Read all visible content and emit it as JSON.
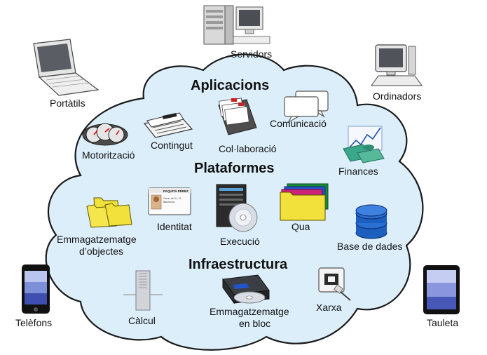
{
  "sections": {
    "applications": "Aplicacions",
    "platforms": "Plataformes",
    "infrastructure": "Infraestructura"
  },
  "outside": {
    "servers": "Servidors",
    "laptops": "Portàtils",
    "desktops": "Ordinadors",
    "phones": "Telèfons",
    "tablet": "Tauleta"
  },
  "applications": {
    "monitoring": "Motorització",
    "content": "Contingut",
    "collaboration": "Col·laboració",
    "communication": "Comunicació",
    "finance": "Finances"
  },
  "platforms": {
    "object_storage_line1": "Emmagatzematge",
    "object_storage_line2": "d’objectes",
    "identity": "Identitat",
    "runtime": "Execució",
    "queue": "Qua",
    "database": "Base de dades"
  },
  "infrastructure": {
    "compute": "Càlcul",
    "block_storage_line1": "Emmagatzematge",
    "block_storage_line2": "en bloc",
    "network": "Xarxa"
  },
  "id_card": {
    "name": "PAQUITA PÉREZ",
    "line1": "Carrer de l'U, 11",
    "line2": "Barcelona"
  },
  "colors": {
    "cloud_fill": "#dceefa",
    "cloud_stroke": "#1a1a1a",
    "folder_yellow": "#f2e13a",
    "db_blue": "#1d5fbf",
    "chart_green": "#3aa68a"
  }
}
